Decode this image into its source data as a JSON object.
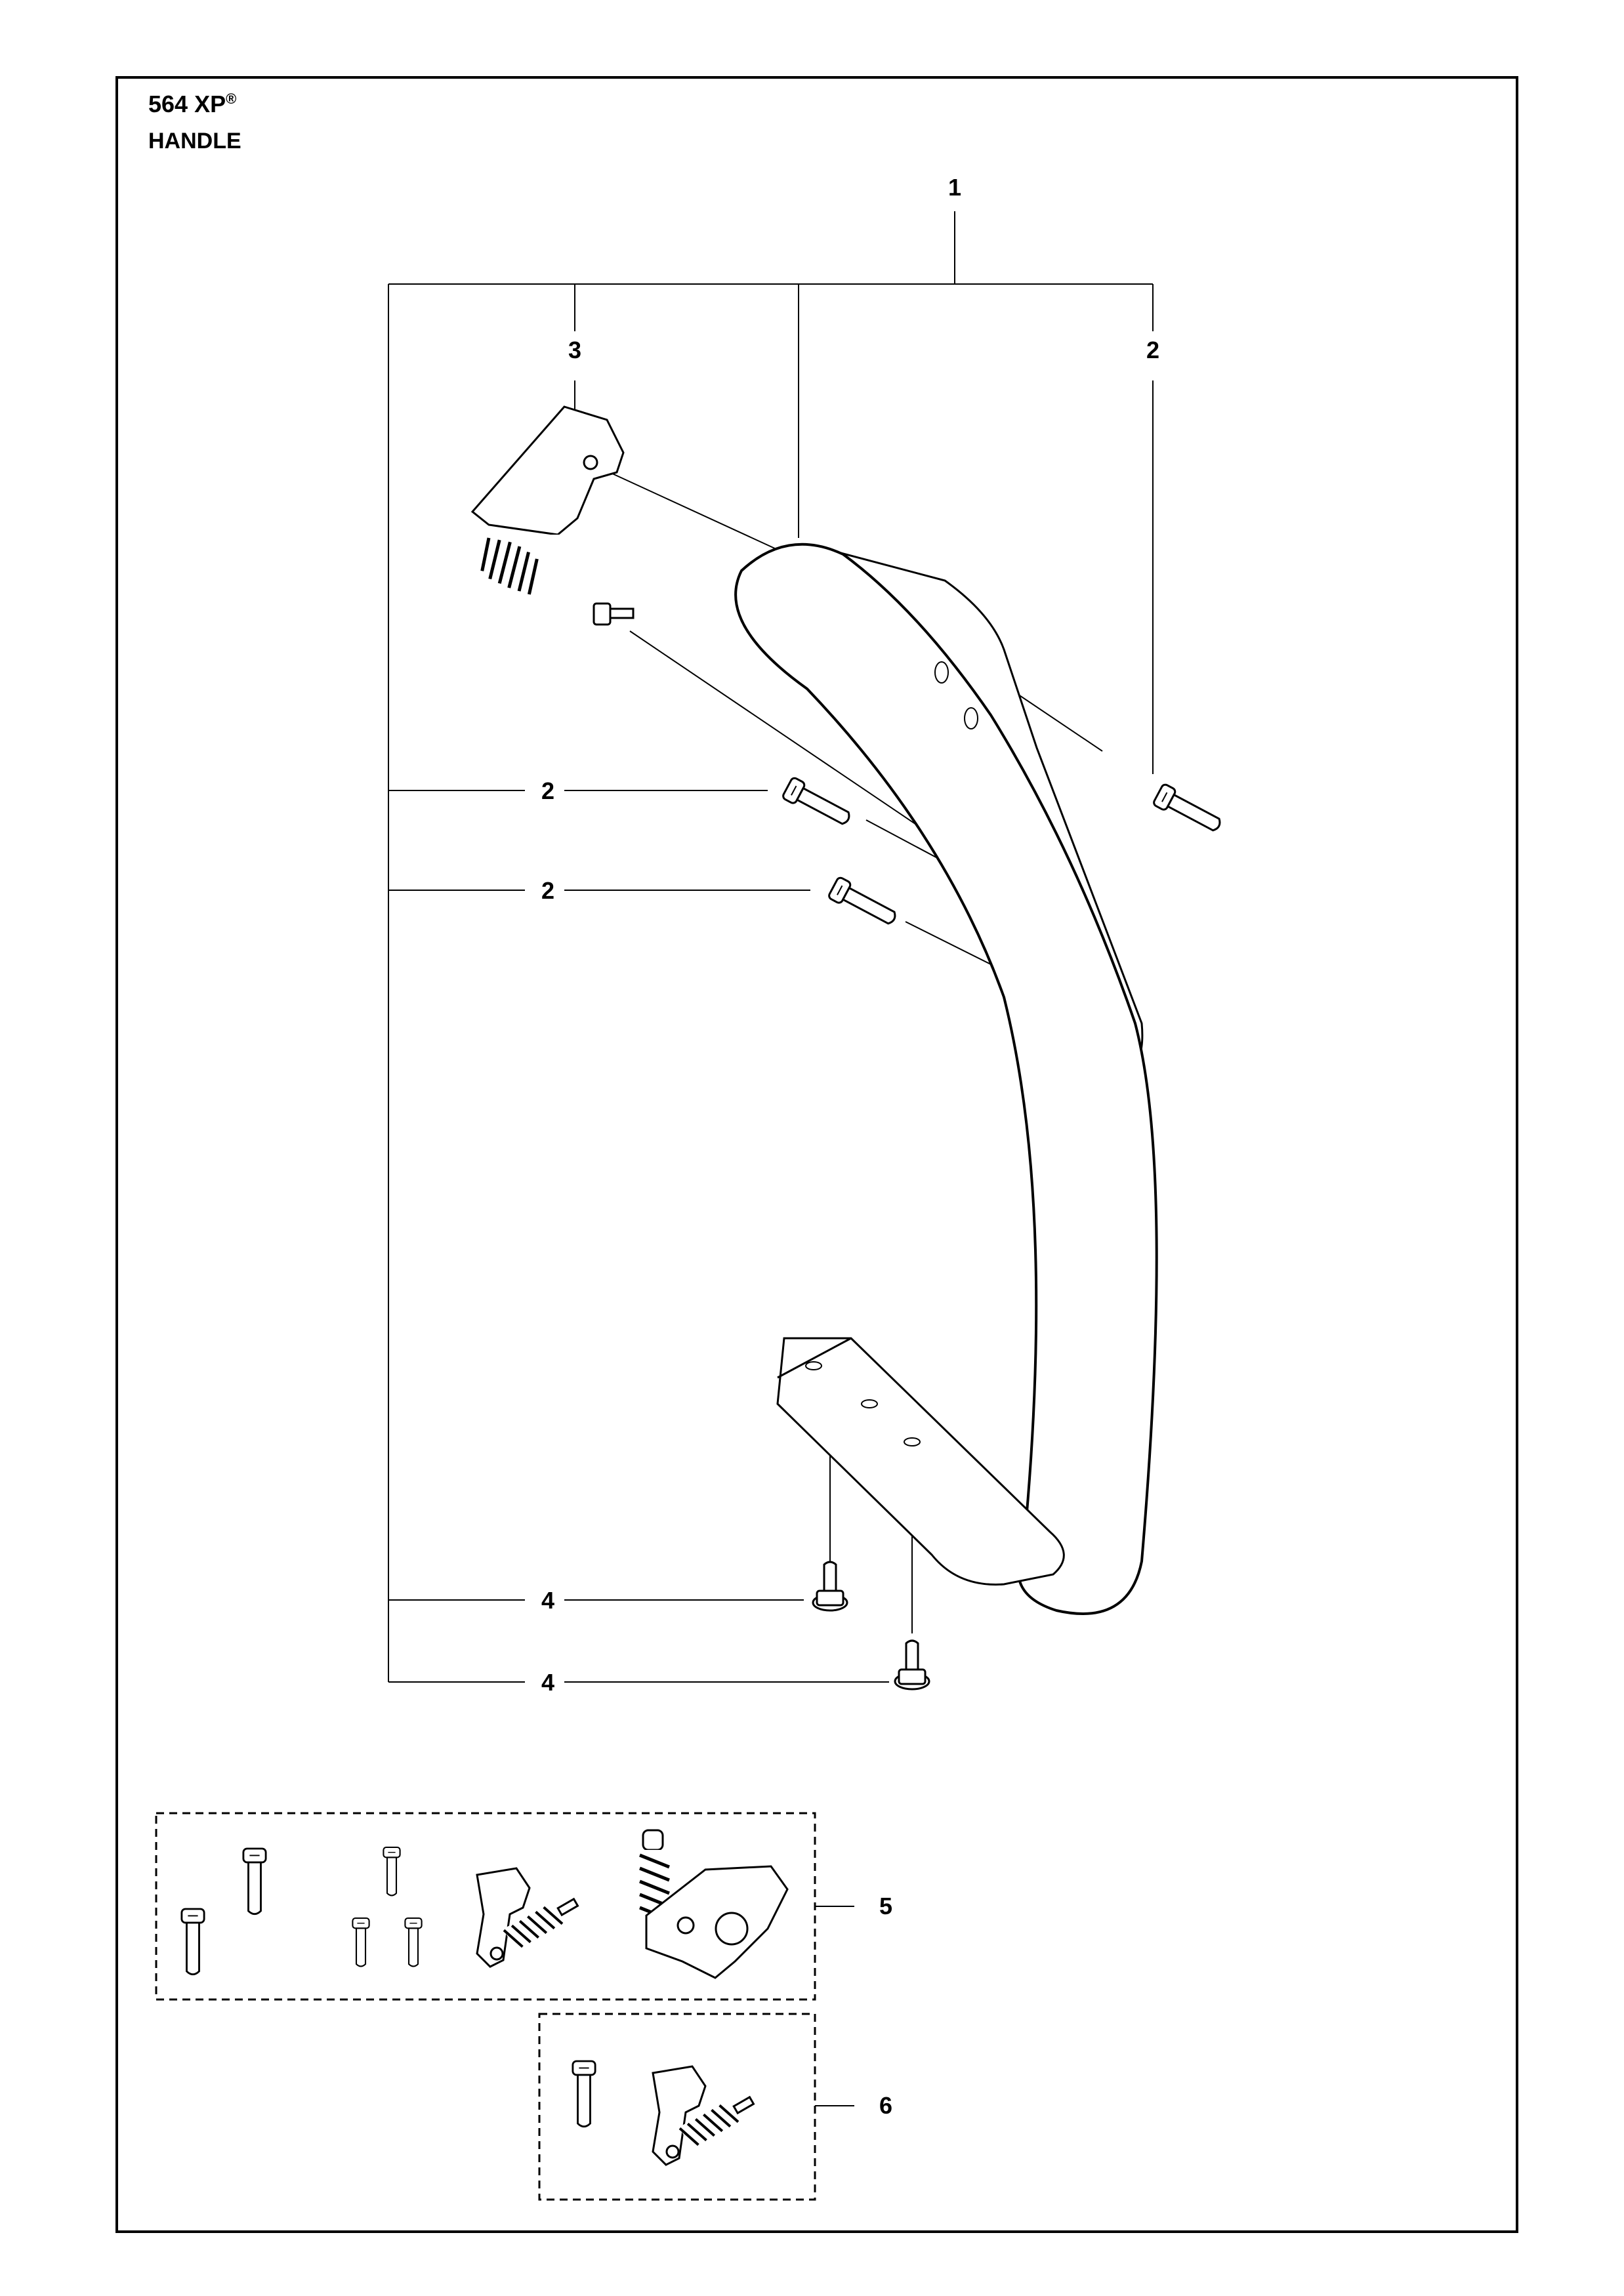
{
  "header": {
    "model": "564 XP",
    "model_mark": "®",
    "title": "HANDLE"
  },
  "callouts": {
    "handle_assembly": "1",
    "screw_top_right": "2",
    "screw_middle_upper": "2",
    "screw_middle_lower": "2",
    "vibration_damper": "3",
    "screw_bottom_upper": "4",
    "screw_bottom_lower": "4",
    "kit_large": "5",
    "kit_small": "6"
  },
  "icons": [
    "handlebar-icon",
    "damper-bracket-icon",
    "screw-icon",
    "spring-damper-icon"
  ]
}
